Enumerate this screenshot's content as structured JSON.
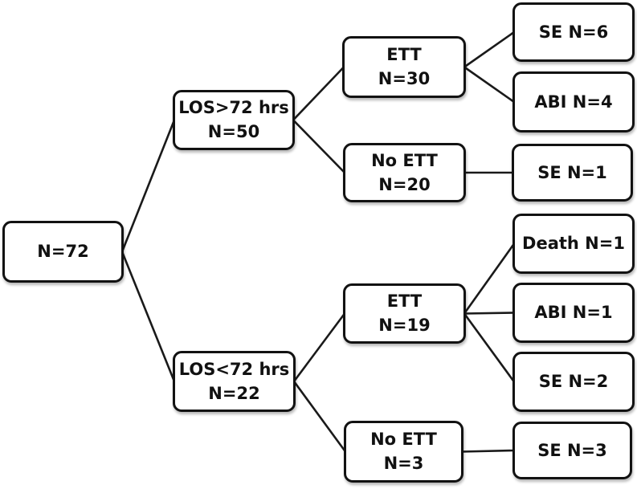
{
  "diagram": {
    "type": "flow-tree",
    "description": "Patient flow chart by length of stay, endotracheal tube status, and outcome",
    "colors": {
      "background": "#ffffff",
      "box_fill": "#ffffff",
      "box_border": "#121212",
      "connector": "#1a1a1a",
      "text": "#111111"
    },
    "nodes": {
      "root": {
        "line1": "N=72"
      },
      "los_gt72": {
        "line1": "LOS>72 hrs",
        "line2": "N=50"
      },
      "ett30": {
        "line1": "ETT",
        "line2": "N=30"
      },
      "se6": {
        "line1": "SE N=6"
      },
      "abi4": {
        "line1": "ABI N=4"
      },
      "noett20": {
        "line1": "No ETT",
        "line2": "N=20"
      },
      "se1": {
        "line1": "SE N=1"
      },
      "los_lt72": {
        "line1": "LOS<72 hrs",
        "line2": "N=22"
      },
      "ett19": {
        "line1": "ETT",
        "line2": "N=19"
      },
      "death1": {
        "line1": "Death N=1"
      },
      "abi1": {
        "line1": "ABI N=1"
      },
      "se2": {
        "line1": "SE N=2"
      },
      "noett3": {
        "line1": "No ETT",
        "line2": "N=3"
      },
      "se3": {
        "line1": "SE N=3"
      }
    },
    "edges": [
      {
        "from": "root",
        "to": "los_gt72"
      },
      {
        "from": "root",
        "to": "los_lt72"
      },
      {
        "from": "los_gt72",
        "to": "ett30"
      },
      {
        "from": "los_gt72",
        "to": "noett20"
      },
      {
        "from": "ett30",
        "to": "se6"
      },
      {
        "from": "ett30",
        "to": "abi4"
      },
      {
        "from": "noett20",
        "to": "se1"
      },
      {
        "from": "los_lt72",
        "to": "ett19"
      },
      {
        "from": "los_lt72",
        "to": "noett3"
      },
      {
        "from": "ett19",
        "to": "death1"
      },
      {
        "from": "ett19",
        "to": "abi1"
      },
      {
        "from": "ett19",
        "to": "se2"
      },
      {
        "from": "noett3",
        "to": "se3"
      }
    ]
  }
}
